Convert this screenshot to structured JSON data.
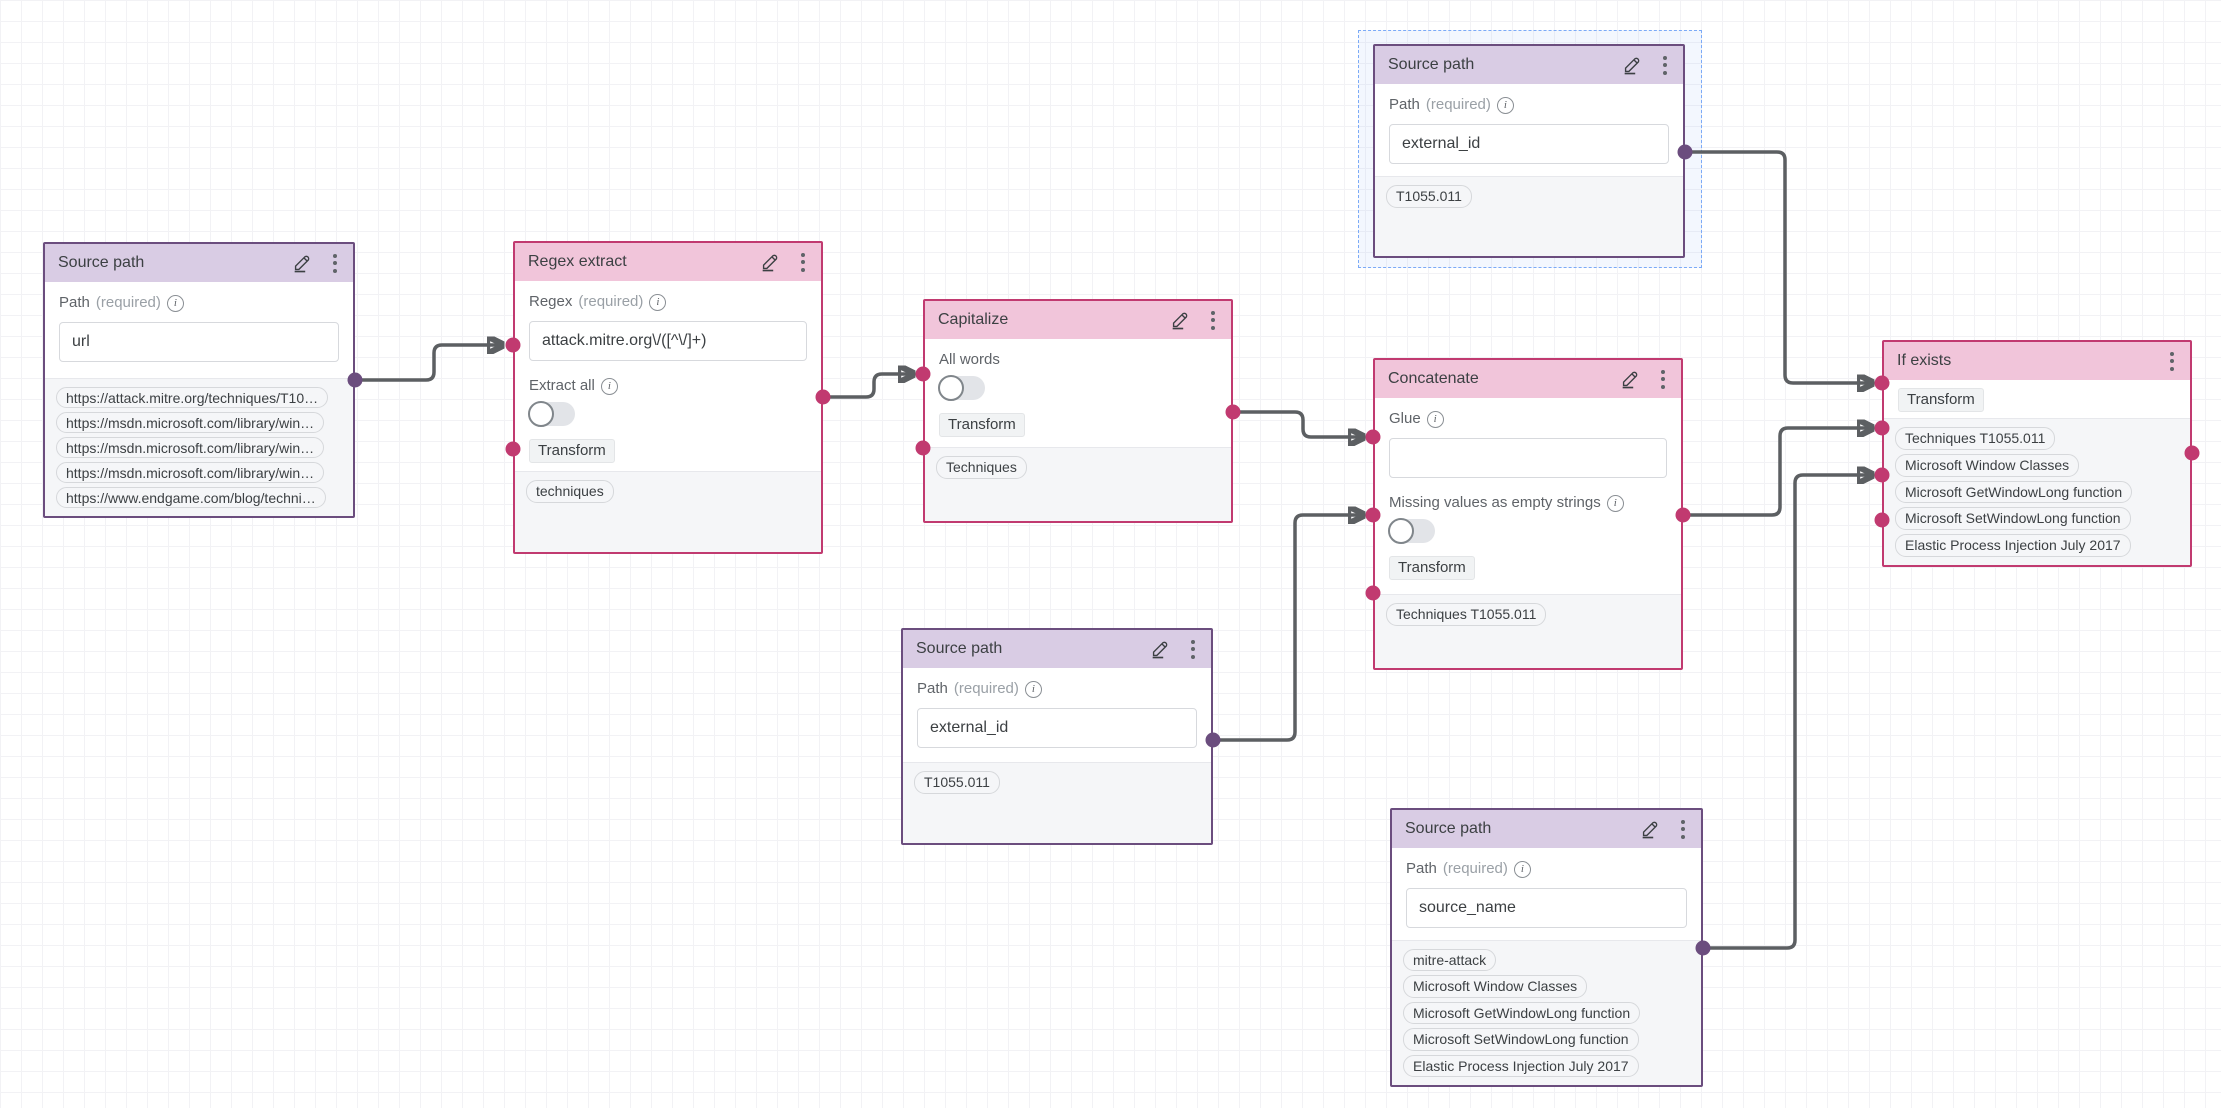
{
  "colors": {
    "purple_border": "#6b4d7e",
    "purple_header": "#d9cce4",
    "pink_border": "#c13a70",
    "pink_header": "#f1c5da",
    "wire": "#5c5f62",
    "selection": "#7baaf7"
  },
  "icons": {
    "edit": "pencil-underline",
    "menu": "kebab-vertical-dots",
    "info": "circled-i"
  },
  "nodes": [
    {
      "title": "Source path",
      "field": {
        "label": "Path",
        "suffix": "(required)",
        "value": "url"
      },
      "outputs": [
        "https://attack.mitre.org/techniques/T10…",
        "https://msdn.microsoft.com/library/win…",
        "https://msdn.microsoft.com/library/win…",
        "https://msdn.microsoft.com/library/win…",
        "https://www.endgame.com/blog/techni…"
      ]
    },
    {
      "title": "Regex extract",
      "field": {
        "label": "Regex",
        "suffix": "(required)",
        "value": "attack.mitre.org\\/([^\\/]+)"
      },
      "toggle": {
        "label": "Extract all",
        "state": "off"
      },
      "badge": "Transform",
      "outputs": [
        "techniques"
      ]
    },
    {
      "title": "Capitalize",
      "toggle": {
        "label": "All words",
        "state": "off"
      },
      "badge": "Transform",
      "outputs": [
        "Techniques"
      ]
    },
    {
      "title": "Source path",
      "selected": true,
      "field": {
        "label": "Path",
        "suffix": "(required)",
        "value": "external_id"
      },
      "outputs": [
        "T1055.011"
      ]
    },
    {
      "title": "Concatenate",
      "field": {
        "label": "Glue",
        "value": ""
      },
      "toggle": {
        "label": "Missing values as empty strings",
        "state": "off"
      },
      "badge": "Transform",
      "outputs": [
        "Techniques T1055.011"
      ]
    },
    {
      "title": "Source path",
      "field": {
        "label": "Path",
        "suffix": "(required)",
        "value": "external_id"
      },
      "outputs": [
        "T1055.011"
      ]
    },
    {
      "title": "Source path",
      "field": {
        "label": "Path",
        "suffix": "(required)",
        "value": "source_name"
      },
      "outputs": [
        "mitre-attack",
        "Microsoft Window Classes",
        "Microsoft GetWindowLong function",
        "Microsoft SetWindowLong function",
        "Elastic Process Injection July 2017"
      ]
    },
    {
      "title": "If exists",
      "badge": "Transform",
      "outputs": [
        "Techniques T1055.011",
        "Microsoft Window Classes",
        "Microsoft GetWindowLong function",
        "Microsoft SetWindowLong function",
        "Elastic Process Injection July 2017"
      ]
    }
  ]
}
